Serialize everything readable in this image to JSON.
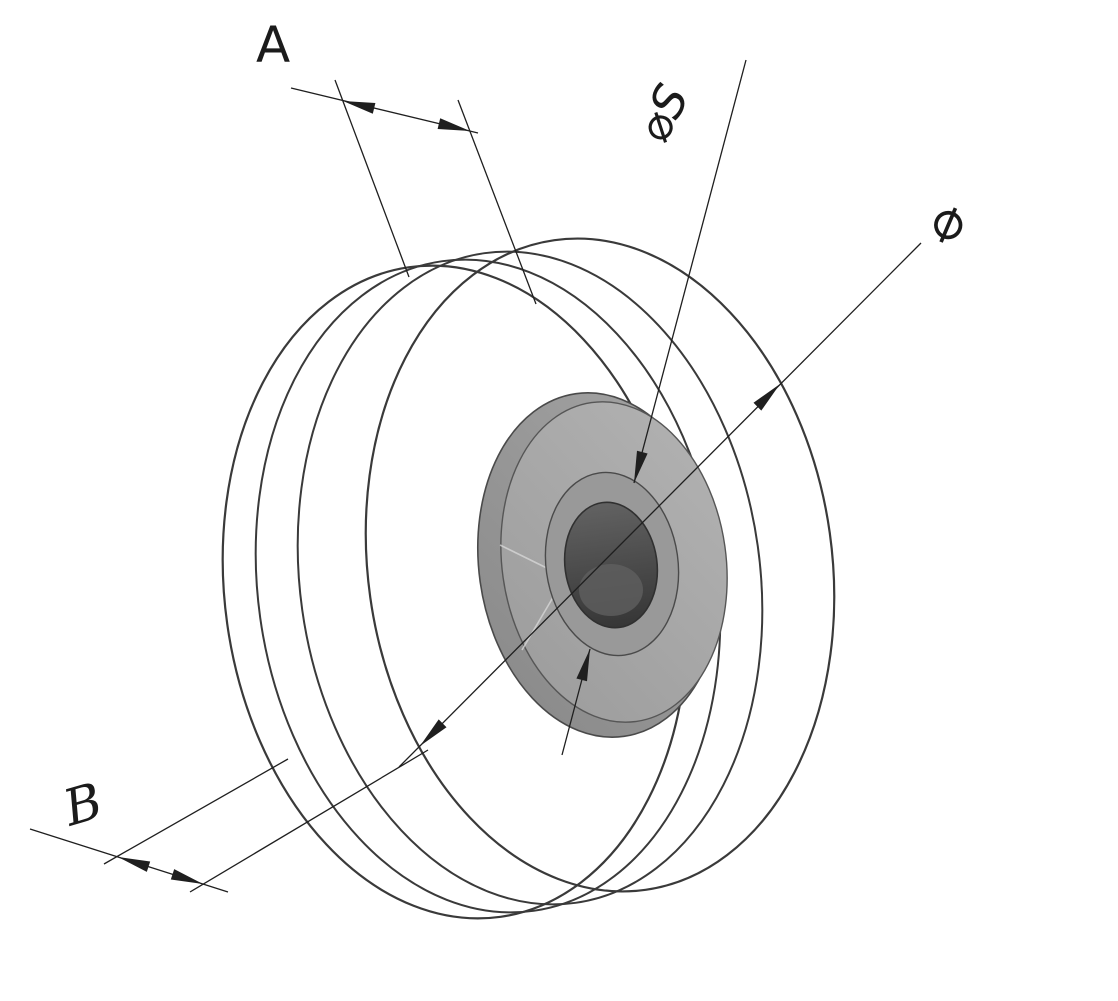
{
  "drawing": {
    "title": "isometric-pulley-technical-drawing",
    "labels": {
      "groove_width": "A",
      "bore_diameter": "⌀S",
      "outer_diameter": "⌀",
      "overall_width": "B"
    },
    "colors": {
      "background": "#ffffff",
      "body_gray": "#a6a6a6",
      "groove_gray": "#828282",
      "bore_dark": "#3f3f3f",
      "outline": "#3a3a3a",
      "dimension_line": "#1f1f1f"
    }
  }
}
